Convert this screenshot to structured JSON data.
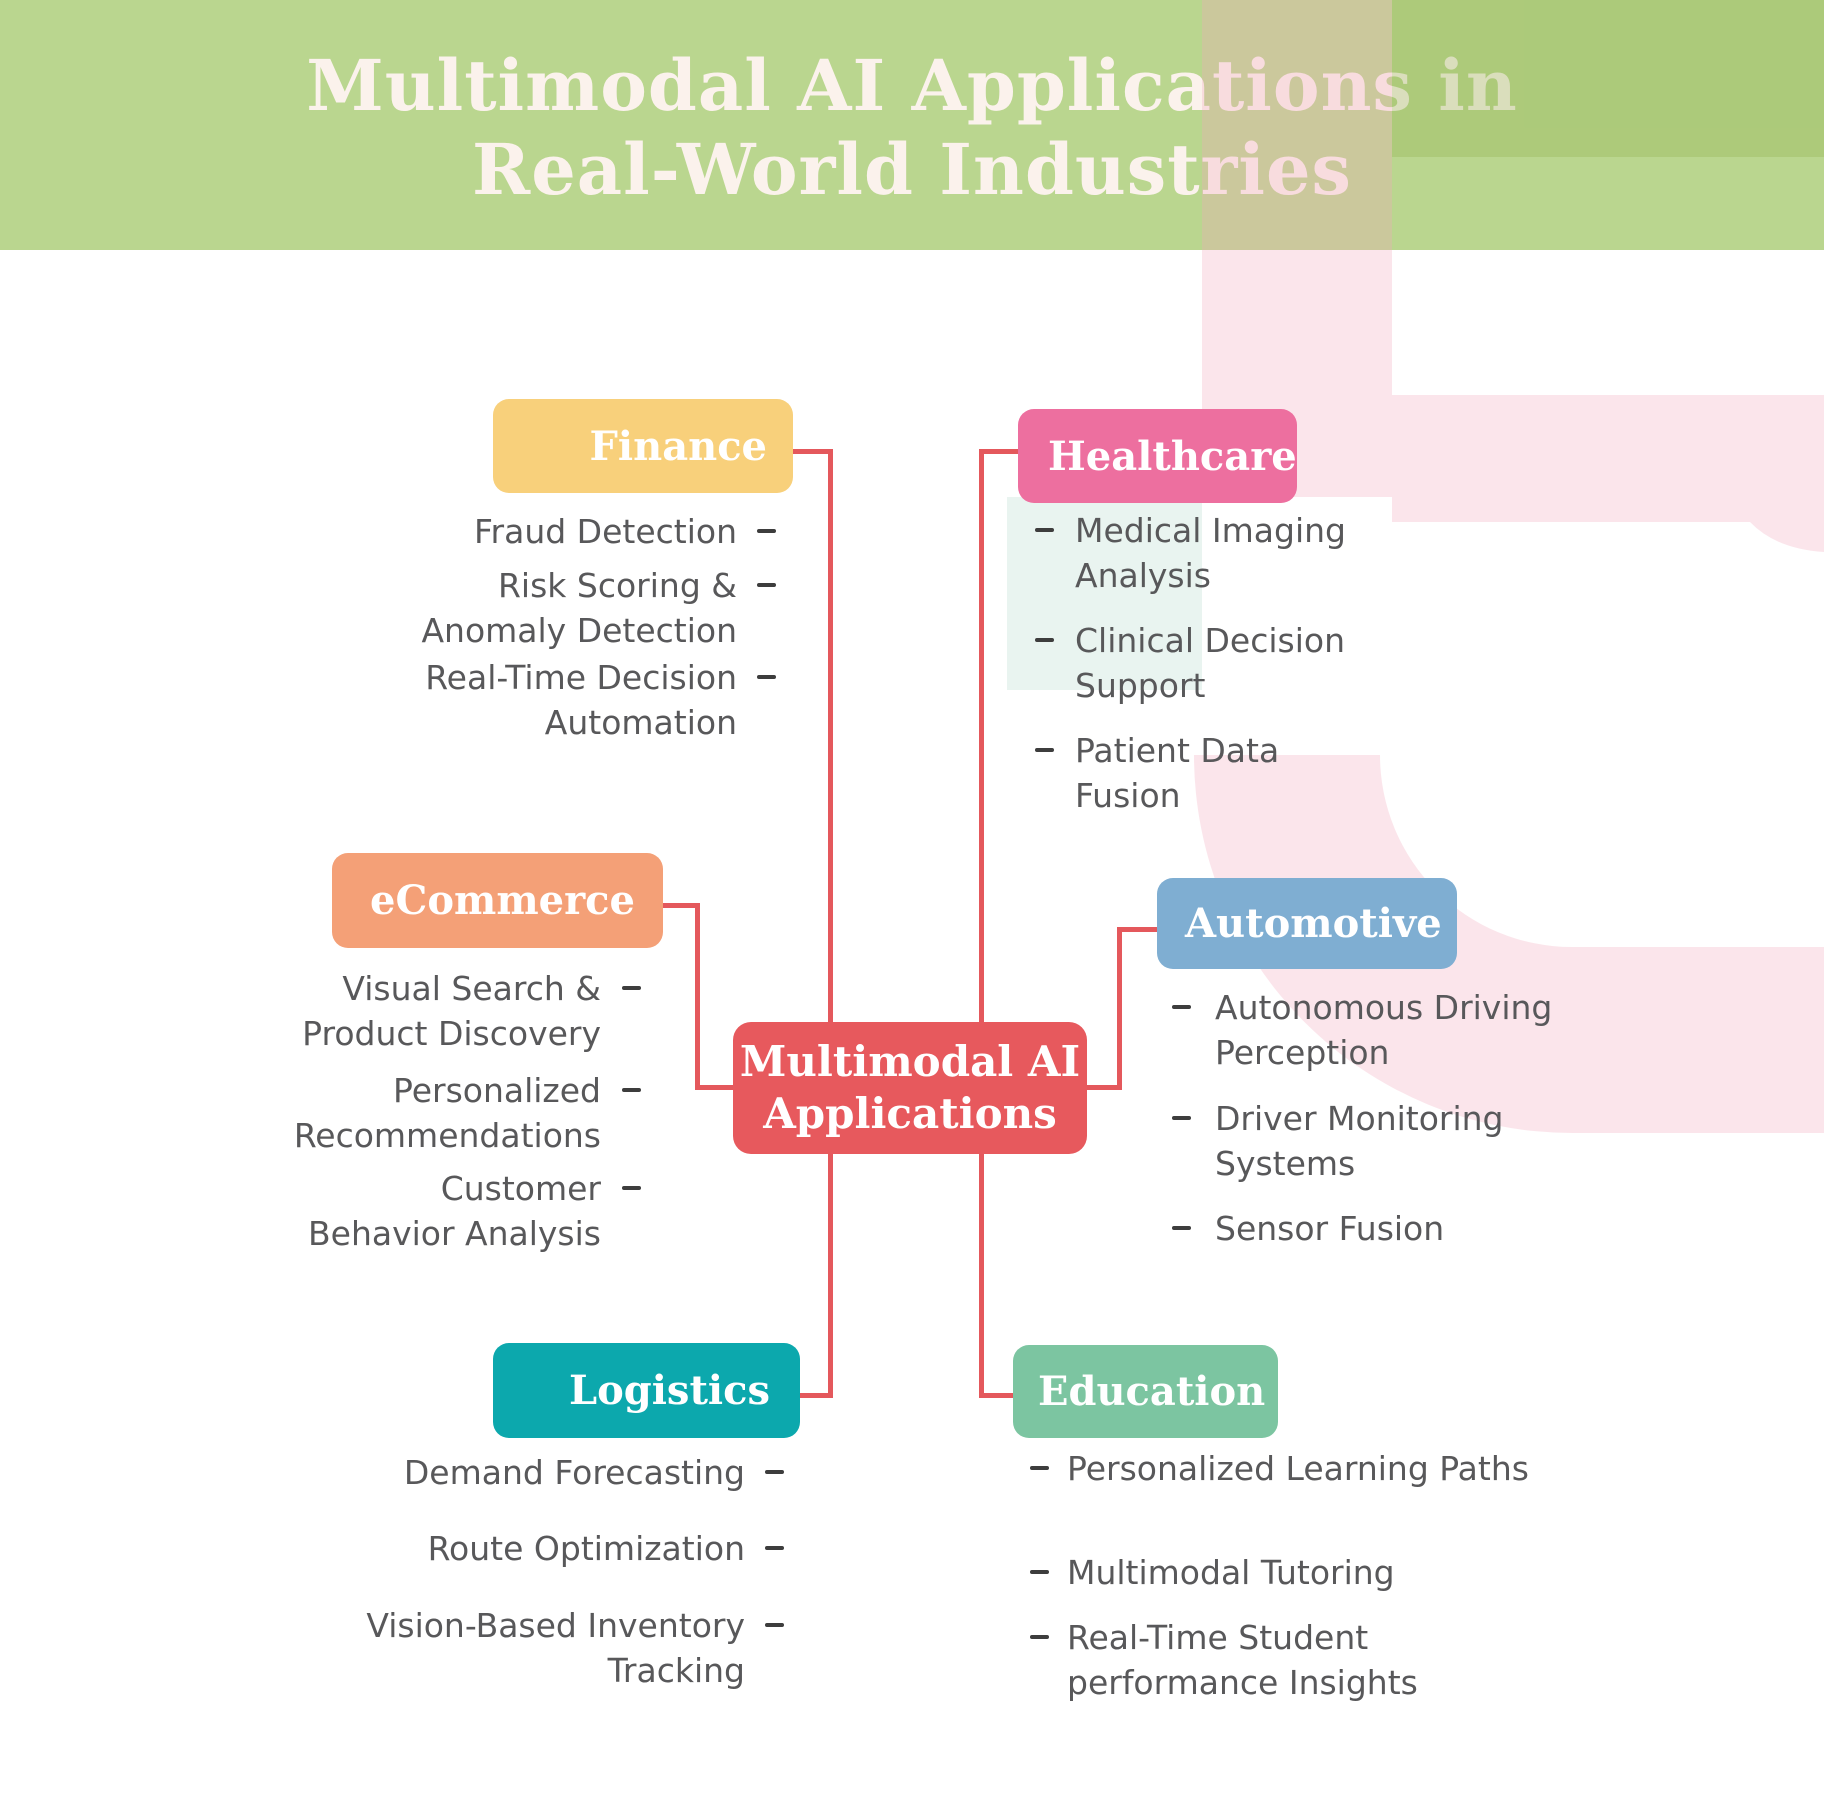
{
  "title": {
    "lines": [
      "Multimodal AI Applications in",
      "Real-World Industries"
    ]
  },
  "center": {
    "lines": [
      "Multimodal AI",
      "Applications"
    ]
  },
  "colors": {
    "canvas": "#ffffff",
    "header-green": "#bad68f",
    "title-text": "#fbf2ec",
    "connector": "#e4585c",
    "center-box": "#e7595d",
    "center-text": "#ffffff",
    "item-text": "#58585a",
    "dash": "#3d3d3d",
    "finance": "#f8d07b",
    "healthcare": "#ed6f9f",
    "ecommerce": "#f4a077",
    "automotive": "#7faed2",
    "logistics": "#0ca8ad",
    "education": "#7cc5a1",
    "decor-pink": "rgba(242,168,188,0.30)",
    "decor-teal": "rgba(135,195,170,0.18)",
    "decor-green-dark": "rgba(141,175,75,0.30)"
  },
  "branches": [
    {
      "label": "Finance",
      "items": [
        {
          "lines": [
            "Fraud Detection"
          ]
        },
        {
          "lines": [
            "Risk Scoring &",
            "Anomaly Detection"
          ]
        },
        {
          "lines": [
            "Real-Time Decision",
            "Automation"
          ]
        }
      ]
    },
    {
      "label": "Healthcare",
      "items": [
        {
          "lines": [
            "Medical Imaging",
            "Analysis"
          ]
        },
        {
          "lines": [
            "Clinical Decision",
            "Support"
          ]
        },
        {
          "lines": [
            "Patient Data",
            "Fusion"
          ]
        }
      ]
    },
    {
      "label": "eCommerce",
      "items": [
        {
          "lines": [
            "Visual Search &",
            "Product Discovery"
          ]
        },
        {
          "lines": [
            "Personalized",
            "Recommendations"
          ]
        },
        {
          "lines": [
            "Customer",
            "Behavior Analysis"
          ]
        }
      ]
    },
    {
      "label": "Automotive",
      "items": [
        {
          "lines": [
            "Autonomous Driving",
            "Perception"
          ]
        },
        {
          "lines": [
            "Driver Monitoring",
            "Systems"
          ]
        },
        {
          "lines": [
            "Sensor Fusion"
          ]
        }
      ]
    },
    {
      "label": "Logistics",
      "items": [
        {
          "lines": [
            "Demand Forecasting"
          ]
        },
        {
          "lines": [
            "Route Optimization"
          ]
        },
        {
          "lines": [
            "Vision-Based Inventory",
            "Tracking"
          ]
        }
      ]
    },
    {
      "label": "Education",
      "items": [
        {
          "lines": [
            "Personalized Learning Paths"
          ]
        },
        {
          "lines": [
            "Multimodal Tutoring"
          ]
        },
        {
          "lines": [
            "Real-Time Student",
            "performance Insights"
          ]
        }
      ]
    }
  ]
}
